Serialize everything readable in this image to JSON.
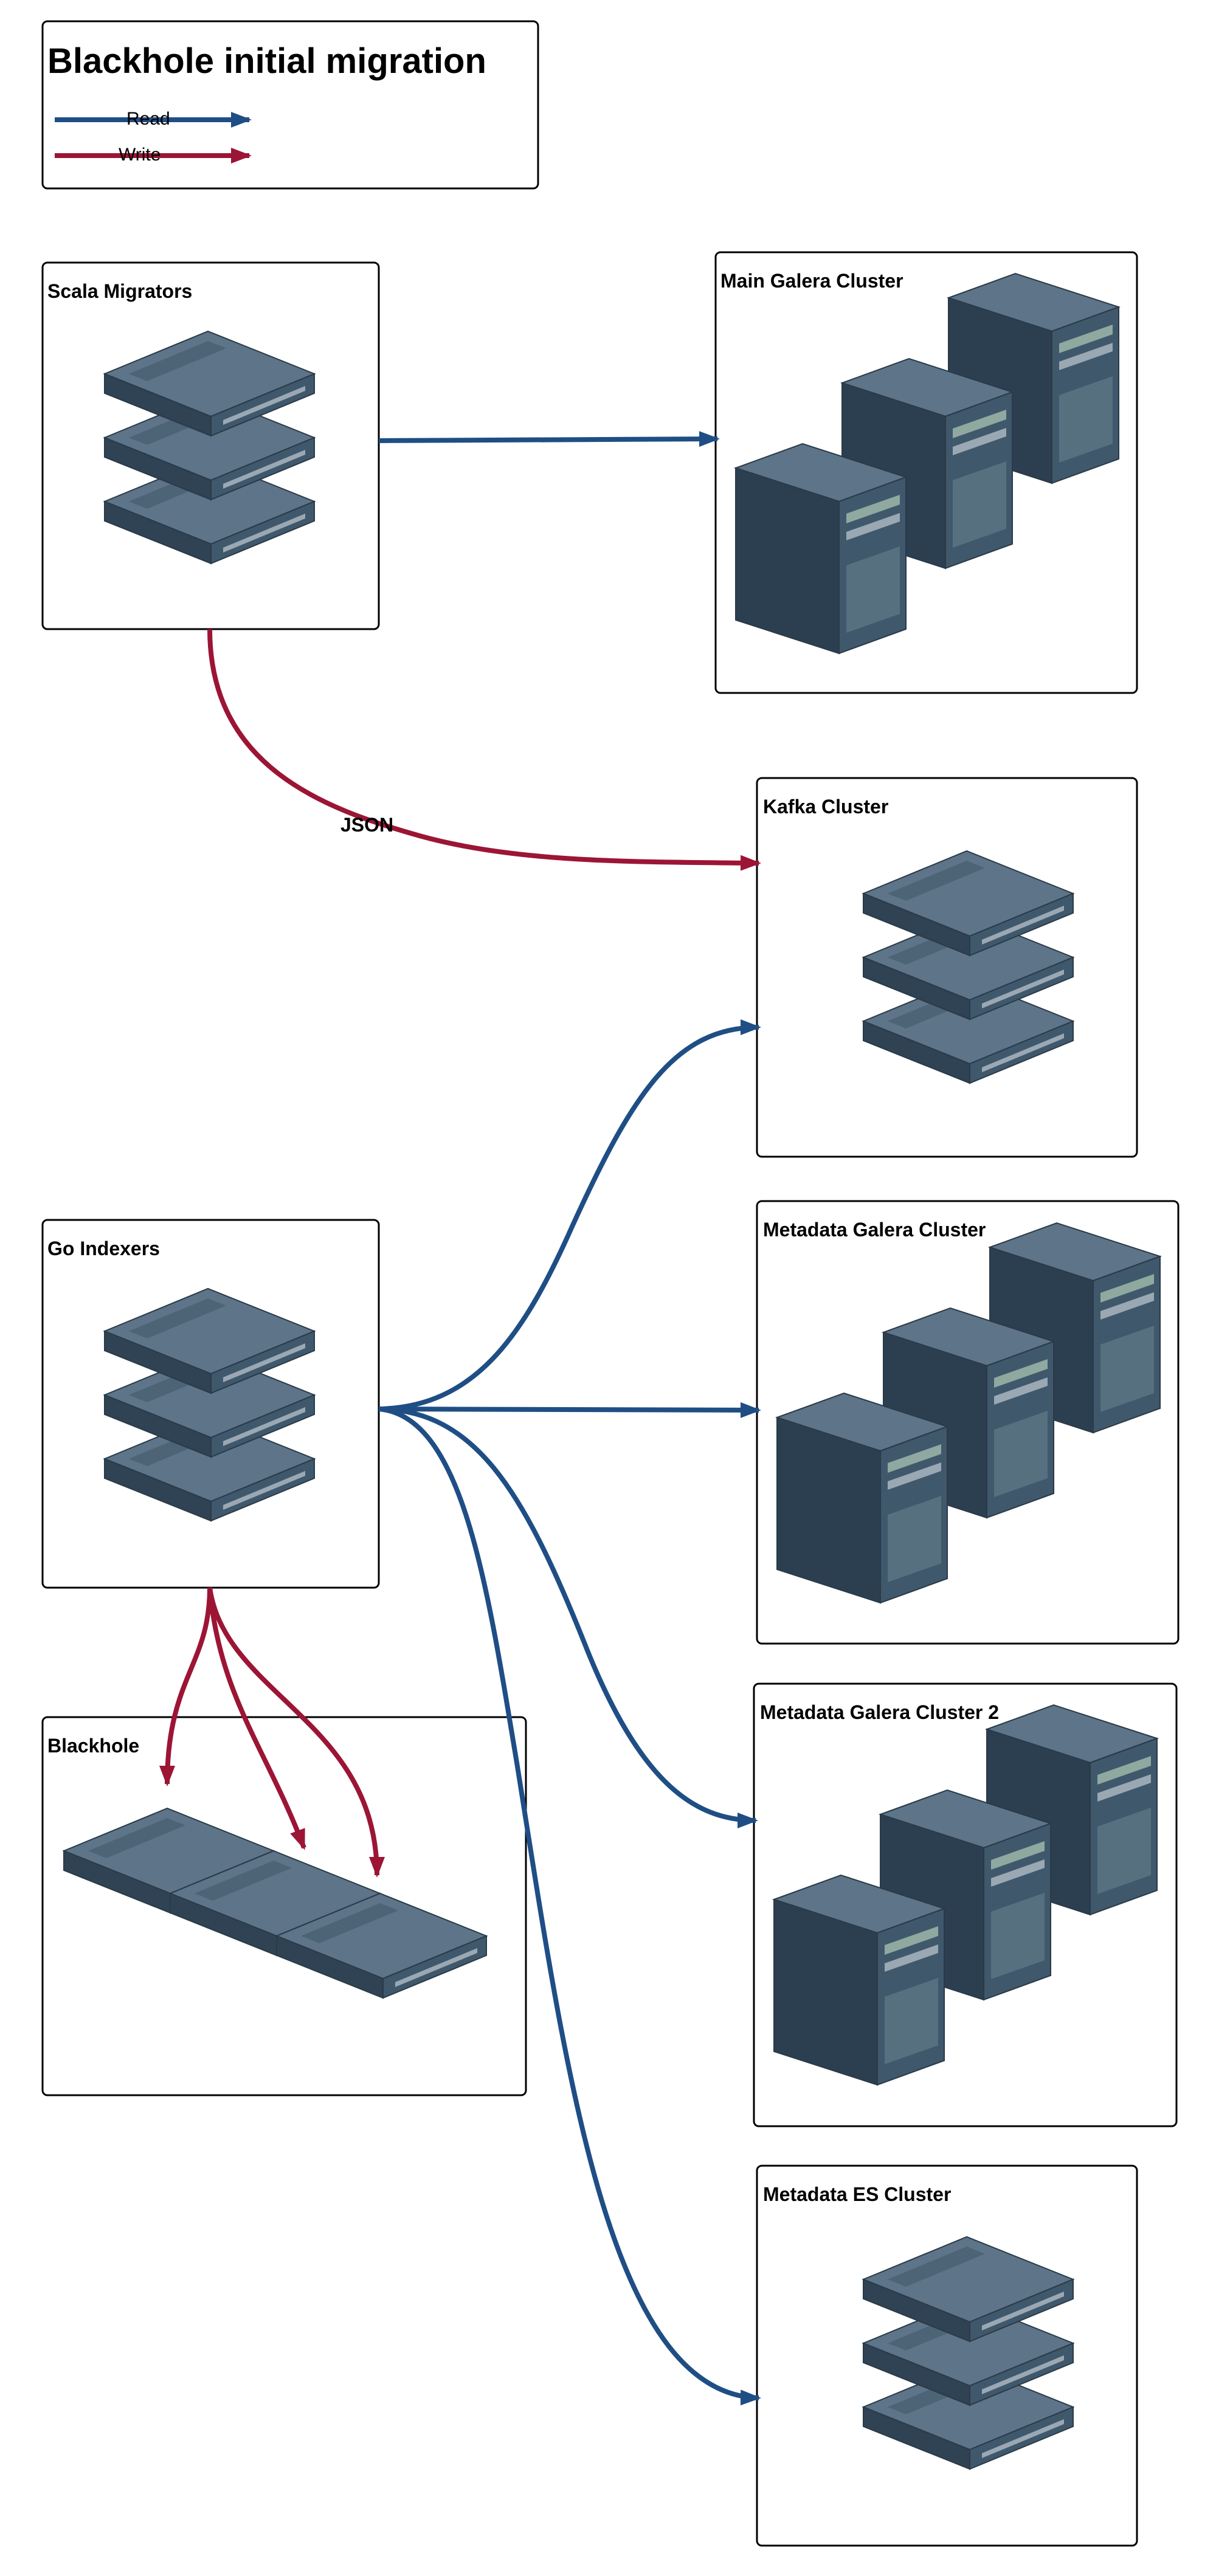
{
  "title": "Blackhole initial migration",
  "legend": {
    "read_label": "Read",
    "write_label": "Write"
  },
  "colors": {
    "read": "#1f4e85",
    "write": "#9c1535",
    "server_top": "#5d7489",
    "server_side": "#2f4354",
    "server_front": "#40586c",
    "panel": "#9aa8b4"
  },
  "nodes": {
    "scala_migrators": {
      "label": "Scala Migrators",
      "icon": "rack-server-stack-icon"
    },
    "main_galera": {
      "label": "Main Galera Cluster",
      "icon": "tower-server-cluster-icon"
    },
    "kafka": {
      "label": "Kafka Cluster",
      "icon": "rack-server-stack-icon"
    },
    "go_indexers": {
      "label": "Go Indexers",
      "icon": "rack-server-stack-icon"
    },
    "metadata_galera": {
      "label": "Metadata Galera Cluster",
      "icon": "tower-server-cluster-icon"
    },
    "metadata_galera_2": {
      "label": "Metadata Galera Cluster 2",
      "icon": "tower-server-cluster-icon"
    },
    "blackhole": {
      "label": "Blackhole",
      "icon": "rack-server-row-icon"
    },
    "metadata_es": {
      "label": "Metadata ES Cluster",
      "icon": "rack-server-stack-icon"
    }
  },
  "edges": [
    {
      "from": "Scala Migrators",
      "to": "Main Galera Cluster",
      "kind": "read"
    },
    {
      "from": "Scala Migrators",
      "to": "Kafka Cluster",
      "kind": "write",
      "label": "JSON"
    },
    {
      "from": "Go Indexers",
      "to": "Kafka Cluster",
      "kind": "read"
    },
    {
      "from": "Go Indexers",
      "to": "Metadata Galera Cluster",
      "kind": "read"
    },
    {
      "from": "Go Indexers",
      "to": "Metadata Galera Cluster 2",
      "kind": "read"
    },
    {
      "from": "Go Indexers",
      "to": "Metadata ES Cluster",
      "kind": "read"
    },
    {
      "from": "Go Indexers",
      "to": "Blackhole",
      "kind": "write"
    },
    {
      "from": "Go Indexers",
      "to": "Blackhole",
      "kind": "write"
    },
    {
      "from": "Go Indexers",
      "to": "Blackhole",
      "kind": "write"
    }
  ]
}
